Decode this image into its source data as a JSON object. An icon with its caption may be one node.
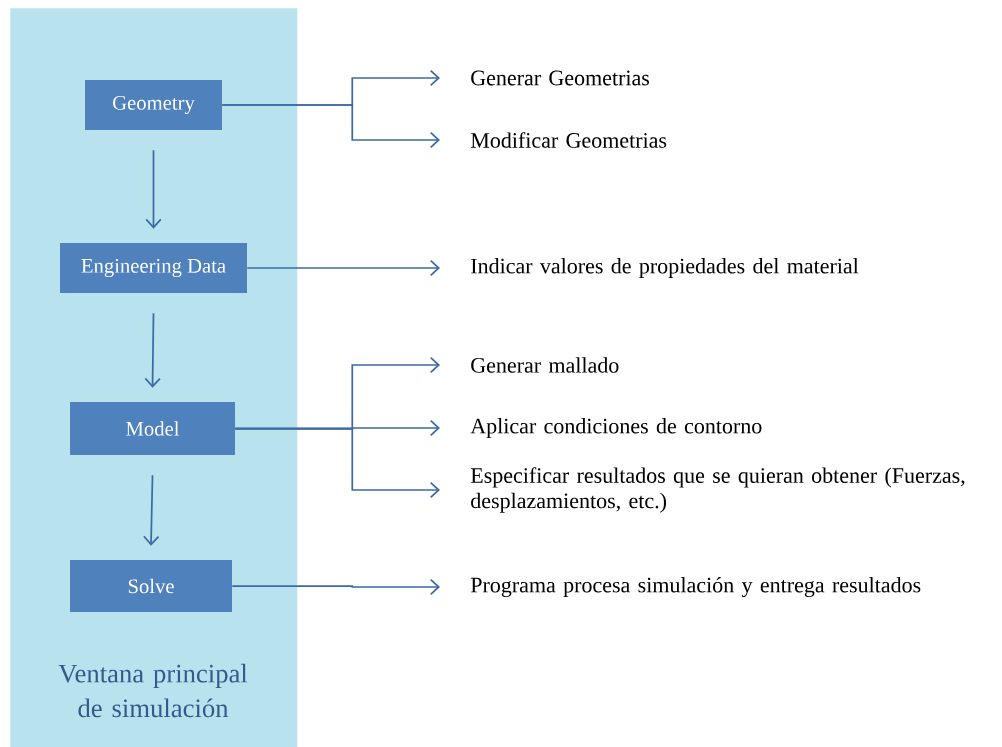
{
  "diagram": {
    "nodes": [
      {
        "text": [
          "Ventana principal de simulación"
        ]
      },
      {
        "text": [
          "Geometry"
        ],
        "in": 0
      },
      {
        "text": [
          "Engineering Data"
        ],
        "in": 0
      },
      {
        "text": [
          "Model"
        ],
        "in": 0
      },
      {
        "text": [
          "Solve"
        ],
        "in": 0
      },
      {
        "text": [
          "Generar Geometrias"
        ]
      },
      {
        "text": [
          "Modificar Geometrias"
        ]
      },
      {
        "text": [
          "Indicar valores de propiedades del material"
        ]
      },
      {
        "text": [
          "Generar mallado"
        ]
      },
      {
        "text": [
          "Aplicar condiciones de contorno"
        ]
      },
      {
        "text": [
          "Especificar resultados que se quieran obtener (Fuerzas, desplazamientos, etc.)"
        ]
      },
      {
        "text": [
          "Programa procesa simulación y entrega resultados"
        ]
      }
    ],
    "edges": [
      {
        "from": 1,
        "to": 2,
        "arrow": "to"
      },
      {
        "from": 2,
        "to": 3,
        "arrow": "to"
      },
      {
        "from": 3,
        "to": 4,
        "arrow": "to"
      },
      {
        "from": 1,
        "to": 5,
        "arrow": "to"
      },
      {
        "from": 1,
        "to": 6,
        "arrow": "to"
      },
      {
        "from": 2,
        "to": 7,
        "arrow": "to"
      },
      {
        "from": 3,
        "to": 8,
        "arrow": "to"
      },
      {
        "from": 3,
        "to": 9,
        "arrow": "to"
      },
      {
        "from": 3,
        "to": 10,
        "arrow": "to"
      },
      {
        "from": 4,
        "to": 11,
        "arrow": "to"
      }
    ]
  }
}
